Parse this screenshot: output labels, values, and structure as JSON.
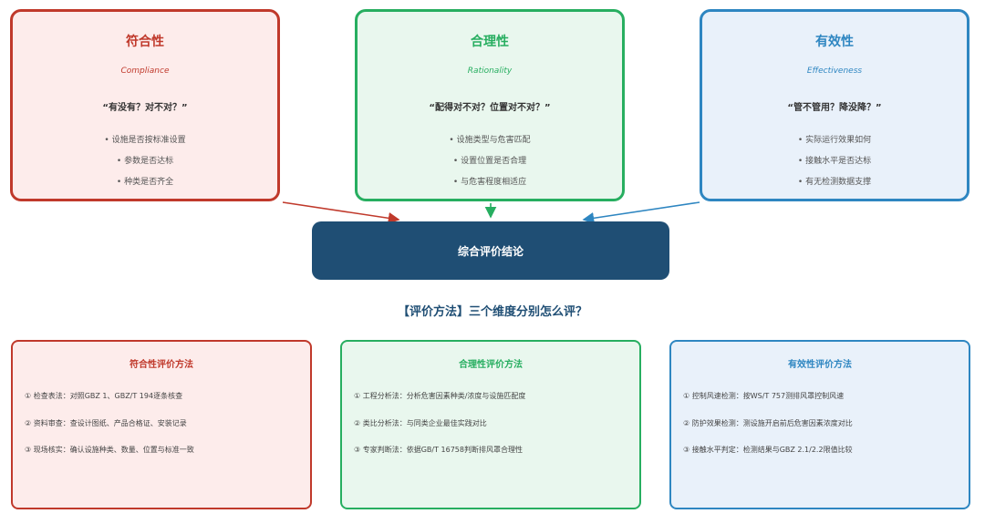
{
  "top_cards": [
    {
      "title": "符合性",
      "subtitle": "Compliance",
      "question": "“有没有？对不对？”",
      "bullets": [
        "• 设施是否按标准设置",
        "• 参数是否达标",
        "• 种类是否齐全"
      ]
    },
    {
      "title": "合理性",
      "subtitle": "Rationality",
      "question": "“配得对不对？位置对不对？”",
      "bullets": [
        "• 设施类型与危害匹配",
        "• 设置位置是否合理",
        "• 与危害程度相适应"
      ]
    },
    {
      "title": "有效性",
      "subtitle": "Effectiveness",
      "question": "“管不管用？降没降？”",
      "bullets": [
        "• 实际运行效果如何",
        "• 接触水平是否达标",
        "• 有无检测数据支撑"
      ]
    }
  ],
  "conclusion": "综合评价结论",
  "section_title": "【评价方法】三个维度分别怎么评？",
  "bottom_cards": [
    {
      "title": "符合性评价方法",
      "items": [
        "① 检查表法：对照GBZ 1、GBZ/T 194逐条核查",
        "② 资料审查：查设计图纸、产品合格证、安装记录",
        "③ 现场核实：确认设施种类、数量、位置与标准一致"
      ]
    },
    {
      "title": "合理性评价方法",
      "items": [
        "① 工程分析法：分析危害因素种类/浓度与设施匹配度",
        "② 类比分析法：与同类企业最佳实践对比",
        "③ 专家判断法：依据GB/T 16758判断排风罩合理性"
      ]
    },
    {
      "title": "有效性评价方法",
      "items": [
        "① 控制风速检测：按WS/T 757测排风罩控制风速",
        "② 防护效果检测：测设施开启前后危害因素浓度对比",
        "③ 接触水平判定：检测结果与GBZ 2.1/2.2限值比较"
      ]
    }
  ],
  "colors": {
    "red": "#c0392b",
    "green": "#27ae60",
    "blue": "#2e86c1",
    "navy": "#1f4e74"
  }
}
